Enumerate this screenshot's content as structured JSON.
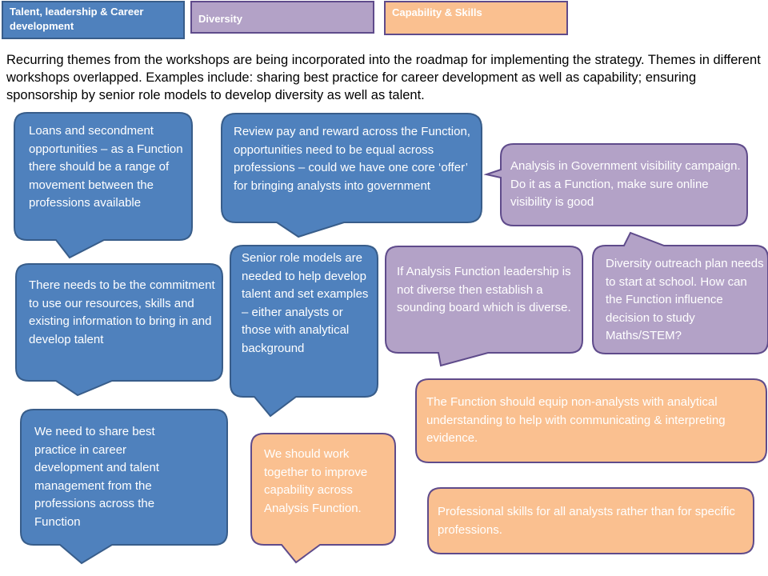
{
  "legend": {
    "talent": "Talent, leadership & Career development",
    "diversity": "Diversity",
    "capability": "Capability & Skills"
  },
  "intro": "Recurring themes from the workshops are being incorporated into the roadmap for implementing the strategy. Themes in different workshops overlapped. Examples include: sharing best practice for career development as well as capability; ensuring sponsorship by senior role models to develop diversity as well as talent.",
  "colors": {
    "talent_fill": "#4f81bd",
    "talent_stroke": "#385d8a",
    "diversity_fill": "#b3a2c7",
    "diversity_stroke": "#5f4b8b",
    "capability_fill": "#fac090",
    "capability_stroke": "#5f4b8b",
    "text": "#ffffff"
  },
  "bubbles": [
    {
      "theme": "talent",
      "text": "Loans and secondment opportunities – as a Function there should be a range of movement between the professions available"
    },
    {
      "theme": "talent",
      "text": "Review pay and reward across the Function, opportunities need to be equal across professions – could we have one core ‘offer’ for bringing analysts into government"
    },
    {
      "theme": "diversity",
      "text": "Analysis in Government visibility campaign. Do it as a Function, make sure online visibility is good"
    },
    {
      "theme": "talent",
      "text": "There needs to be the commitment to use our resources, skills and existing information to bring in and develop talent"
    },
    {
      "theme": "talent",
      "text": "Senior role models are needed to help develop talent and set examples – either analysts or those with analytical background"
    },
    {
      "theme": "diversity",
      "text": "If Analysis Function leadership is not diverse then establish a sounding board which is diverse."
    },
    {
      "theme": "diversity",
      "text": "Diversity outreach plan needs to start at school. How can the Function influence decision to study Maths/STEM?"
    },
    {
      "theme": "capability",
      "text": "The Function  should equip non-analysts with analytical understanding to help with communicating & interpreting evidence."
    },
    {
      "theme": "talent",
      "text": "We need to share best practice in career development and talent management from the professions across the Function"
    },
    {
      "theme": "capability",
      "text": "We should work together to improve capability across Analysis Function."
    },
    {
      "theme": "capability",
      "text": "Professional skills for all analysts rather than for specific professions."
    }
  ]
}
